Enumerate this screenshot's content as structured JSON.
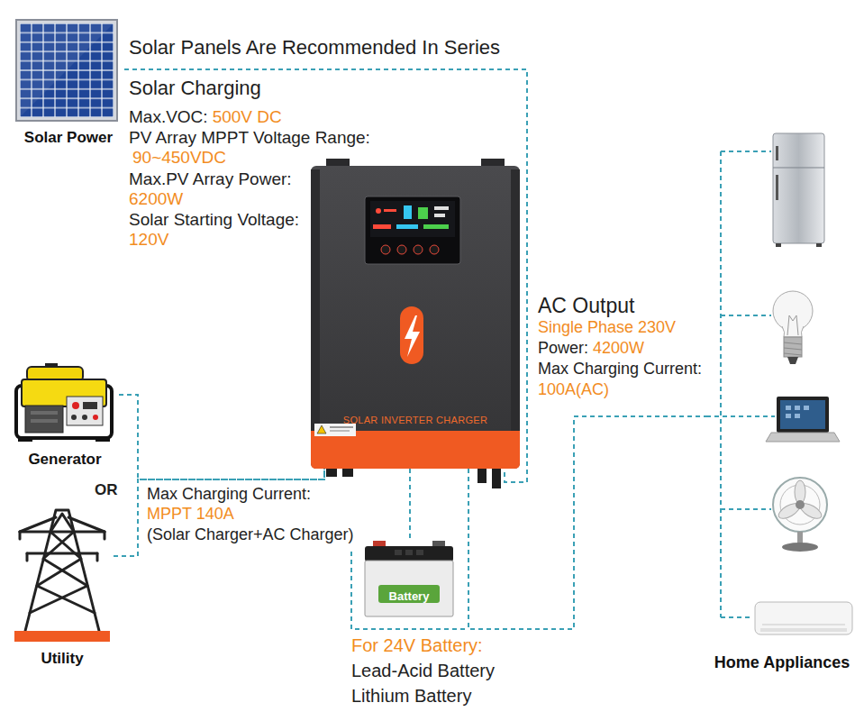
{
  "diagram": {
    "title": "Solar Panels Are Recommended In Series",
    "nodes": [
      {
        "text": [
          "Solar Power"
        ]
      },
      {
        "text": [
          "SOLAR INVERTER CHARGER"
        ]
      },
      {
        "text": [
          "Generator"
        ]
      },
      {
        "text": [
          "Utility"
        ]
      },
      {
        "text": [
          "Battery"
        ]
      },
      {
        "text": [
          "Home Appliances"
        ]
      }
    ],
    "edges": [
      {
        "from": 0,
        "to": 1,
        "arrow": "none"
      },
      {
        "from": 2,
        "to": 1,
        "arrow": "none"
      },
      {
        "from": 3,
        "to": 1,
        "arrow": "none"
      },
      {
        "from": 1,
        "to": 4,
        "arrow": "none"
      },
      {
        "from": 1,
        "to": 5,
        "arrow": "none"
      }
    ],
    "labels": [
      "Solar Charging",
      "Max.VOC:",
      "500V DC",
      "PV Array MPPT Voltage Range:",
      "90~450VDC",
      "Max.PV Array Power:",
      "6200W",
      "Solar Starting Voltage:",
      "120V",
      "AC Output",
      "Single Phase 230V",
      "Power:",
      "4200W",
      "Max Charging Current:",
      "100A(AC)",
      "OR",
      "Max Charging Current:",
      "MPPT 140A",
      "(Solar Charger+AC Charger)",
      "For 24V Battery:",
      "Lead-Acid Battery",
      "Lithium Battery"
    ]
  }
}
